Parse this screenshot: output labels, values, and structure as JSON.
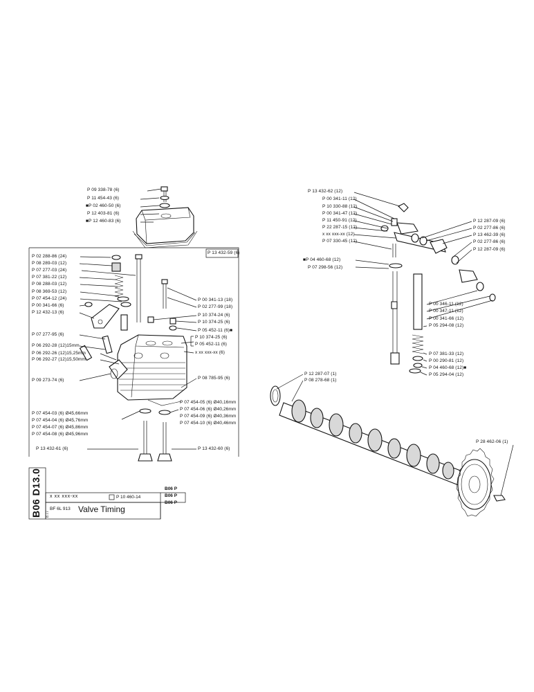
{
  "left_panel": {
    "cover_labels": [
      "P 09 338-78 (6)",
      "P 11 454-43 (6)",
      "■P 02 460-50 (6)",
      "P 12 403-81 (6)",
      "■P 12 460-83 (6)"
    ],
    "box_label": "P 13 432-59 (6)",
    "left_labels": [
      "P 02 288-86 (24)",
      "P 08 289-03 (12)",
      "P 07 277-03 (24)",
      "P 07 381-22 (12)",
      "P 08 288-03 (12)",
      "P 08 369-53 (12)",
      "P 07 454-12 (24)",
      "P 00 341-66 (6)",
      "P 12 432-13 (6)",
      "P 07 277-95 (6)",
      "P 06 292-28 (12)15mm",
      "P 06 292-26 (12)15,25mm",
      "P 06 292-27 (12)15,50mm",
      "P 09 273-74 (6)"
    ],
    "right_labels": [
      "P 00 341-13 (18)",
      "P 02 277-99 (18)",
      "P 10 374-24 (6)",
      "P 10 374-25 (6)",
      "P 05 452-11 (6)■",
      "P 10 374-25 (6)",
      "P 05 452-11 (6)",
      "x xx xxx-xx (6)",
      "P 08 785-95 (6)"
    ],
    "valve_sizes_right": [
      "P 07 454-05 (6) Ø40,16mm",
      "P 07 454-06 (6) Ø40,26mm",
      "P 07 454-09 (6) Ø40,36mm",
      "P 07 454-10 (6) Ø40,46mm"
    ],
    "valve_sizes_left": [
      "P 07 454-03 (6) Ø45,66mm",
      "P 07 454-04 (6) Ø45,76mm",
      "P 07 454-07 (6) Ø45,86mm",
      "P 07 454-08 (6) Ø45,96mm"
    ],
    "bottom_left_label": "P 13 432-61 (6)",
    "bottom_right_label": "P 13 432-60 (6)"
  },
  "right_panel": {
    "rocker_labels_left": [
      "P 13 432-62 (12)",
      "P 00 341-11 (12)",
      "P 10 330-88 (12)",
      "P 00 341-47 (12)",
      "P 11 450-91 (12)",
      "P 22 287-15 (12)",
      "x xx xxx-xx (12)",
      "P 07 330-45 (12)"
    ],
    "rocker_labels_right": [
      "P 12 287-09 (6)",
      "P 02 277-86 (6)",
      "P 13 462-39 (6)",
      "P 02 277-86 (6)",
      "P 12 287-09 (6)"
    ],
    "pushrod_labels_left": [
      "■P 04 460-68 (12)",
      "P 07 298-56 (12)"
    ],
    "pushrod_labels_right": [
      "P 00 346-11 (12)",
      "P 00 347-11 (12)",
      "P 00 341-66 (12)",
      "P 05 294-08 (12)",
      "P 07 381-33 (12)",
      "P 00 290-81 (12)",
      "P 04 460-68 (12)■",
      "P 05 294-04 (12)"
    ],
    "camshaft_labels": [
      "P 12 287-07 (1)",
      "P 08 278-68 (1)"
    ],
    "gear_label": "P 28 462-06 (1)"
  },
  "info_block": {
    "side_code": "B06 D13.0",
    "part_code": "x xx xxx-xx",
    "ref_part": "P 10 460-14",
    "engine": "BF 6L 913",
    "title": "Valve Timing",
    "group_refs": [
      "B06 P",
      "B06 P",
      "B06 P"
    ],
    "small_code": "8.77"
  }
}
